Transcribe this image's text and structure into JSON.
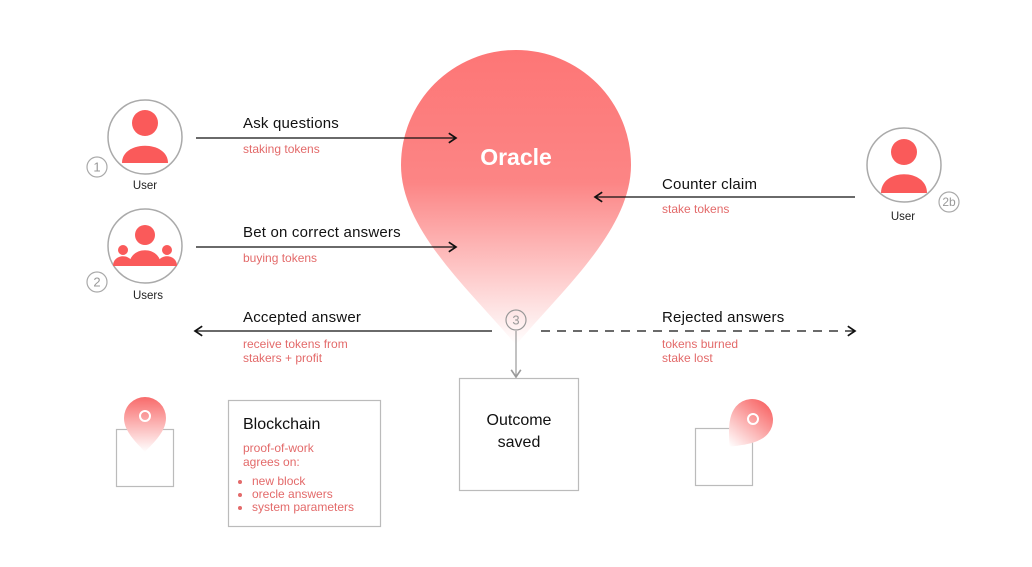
{
  "colors": {
    "accent": "#fa5a5a",
    "sub_text": "#e36a6a",
    "outline": "#aaaaaa"
  },
  "oracle": {
    "title": "Oracle"
  },
  "actors": [
    {
      "label": "User",
      "step": "1",
      "icon": "user-icon"
    },
    {
      "label": "Users",
      "step": "2",
      "icon": "users-group-icon"
    },
    {
      "label": "User",
      "step": "2b",
      "icon": "user-icon"
    }
  ],
  "flows": {
    "ask": {
      "title": "Ask questions",
      "sub": "staking tokens"
    },
    "bet": {
      "title": "Bet on correct answers",
      "sub": "buying tokens"
    },
    "counter": {
      "title": "Counter claim",
      "sub": "stake tokens"
    },
    "accepted": {
      "title": "Accepted answer",
      "sub1": "receive tokens from",
      "sub2": "stakers + profit"
    },
    "rejected": {
      "title": "Rejected answers",
      "sub1": "tokens burned",
      "sub2": "stake lost"
    }
  },
  "step3": "3",
  "outcome": {
    "line1": "Outcome",
    "line2": "saved"
  },
  "blockchain": {
    "title": "Blockchain",
    "sub1": "proof-of-work",
    "sub2": "agrees on:",
    "items": [
      "new block",
      "orecle answers",
      "system parameters"
    ]
  }
}
